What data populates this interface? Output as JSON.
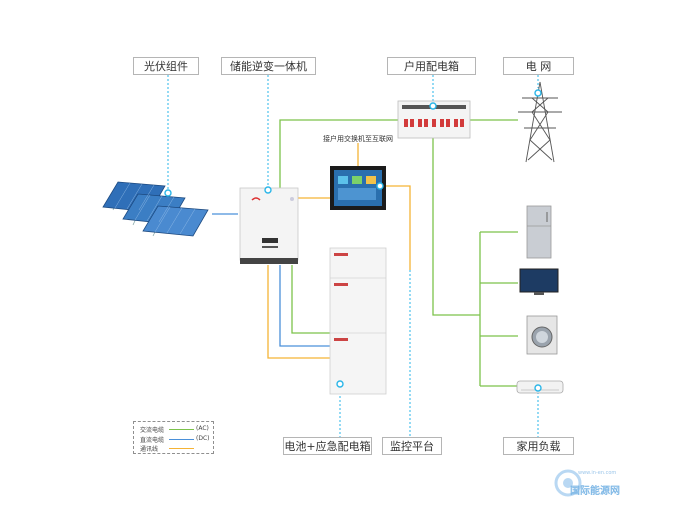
{
  "labels": {
    "pv": "光伏组件",
    "inverter": "储能逆变一体机",
    "distribution": "户用配电箱",
    "grid": "电  网",
    "battery": "电池+应急配电箱",
    "monitor": "监控平台",
    "load": "家用负载"
  },
  "switch_note": "接户用交换机至互联网",
  "legend": {
    "items": [
      {
        "name": "交流电缆",
        "unit": "(AC)",
        "color": "#7cc24b"
      },
      {
        "name": "直流电缆",
        "unit": "(DC)",
        "color": "#4a90d9"
      },
      {
        "name": "通讯线",
        "unit": "",
        "color": "#f5b335"
      }
    ]
  },
  "watermark": {
    "name": "国际能源网",
    "url": "www.in-en.com"
  },
  "colors": {
    "ac": "#7cc24b",
    "dc": "#4a90d9",
    "comm": "#f5b335",
    "connector": "#29b5e8",
    "label_border": "#b5b5b5"
  }
}
